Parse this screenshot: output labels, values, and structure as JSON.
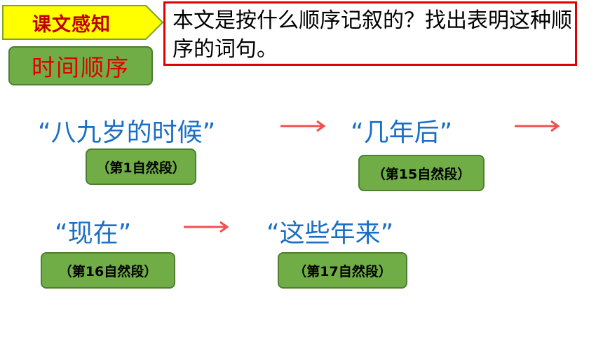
{
  "header": {
    "tag_label": "课文感知",
    "question": "本文是按什么顺序记叙的？找出表明这种顺序的词句。",
    "order_type": "时间顺序"
  },
  "timeline": [
    {
      "phrase": "“八九岁的时候”",
      "paragraph": "（第1自然段）"
    },
    {
      "phrase": "“几年后”",
      "paragraph": "（第15自然段）"
    },
    {
      "phrase": "“现在”",
      "paragraph": "（第16自然段）"
    },
    {
      "phrase": "“这些年来”",
      "paragraph": "（第17自然段）"
    }
  ],
  "colors": {
    "tag_fill": "#ffff00",
    "tag_text": "#c00000",
    "question_border": "#e00000",
    "badge_fill": "#70ad47",
    "phrase_text": "#1a6fc4",
    "arrow": "#f05050"
  }
}
